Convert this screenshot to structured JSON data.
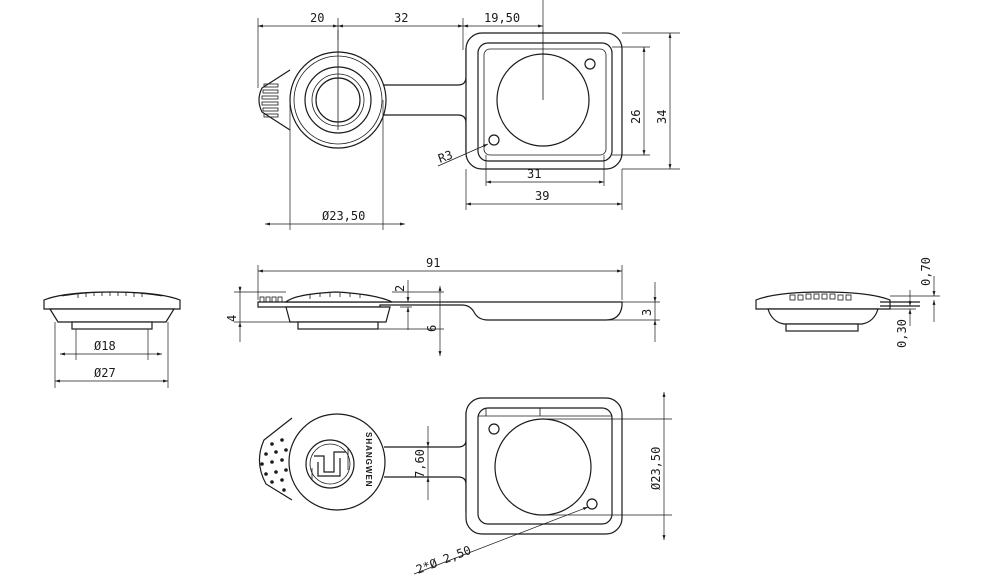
{
  "dimensions": {
    "top_20": "20",
    "top_32": "32",
    "top_19_50": "19,50",
    "top_26": "26",
    "top_34": "34",
    "top_r3": "R3",
    "top_31": "31",
    "top_39": "39",
    "top_dia_23_50": "Ø23,50",
    "side_91": "91",
    "side_2": "2",
    "side_4": "4",
    "side_6": "6",
    "side_3": "3",
    "left_dia_18": "Ø18",
    "left_dia_27": "Ø27",
    "right_0_70": "0,70",
    "right_0_30": "0,30",
    "bottom_7_60": "7,60",
    "bottom_dia_23_50": "Ø23,50",
    "bottom_holes": "2*Ø 2,50"
  },
  "brand_text": "SHANGWEN",
  "colors": {
    "line": "#1a1a1a",
    "background": "#ffffff"
  }
}
